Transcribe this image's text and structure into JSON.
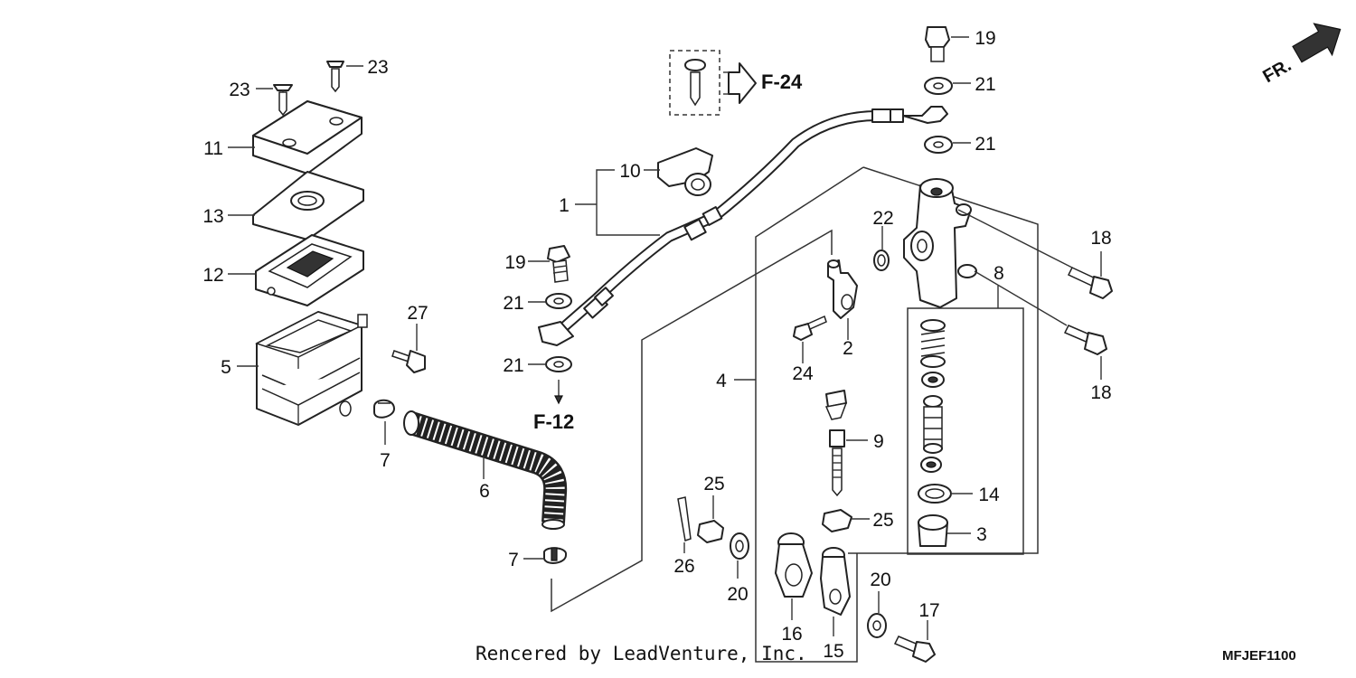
{
  "callouts": [
    {
      "id": "c1",
      "label": "1"
    },
    {
      "id": "c2",
      "label": "2"
    },
    {
      "id": "c3",
      "label": "3"
    },
    {
      "id": "c4",
      "label": "4"
    },
    {
      "id": "c5",
      "label": "5"
    },
    {
      "id": "c6",
      "label": "6"
    },
    {
      "id": "c7a",
      "label": "7"
    },
    {
      "id": "c7b",
      "label": "7"
    },
    {
      "id": "c8",
      "label": "8"
    },
    {
      "id": "c9",
      "label": "9"
    },
    {
      "id": "c10",
      "label": "10"
    },
    {
      "id": "c11",
      "label": "11"
    },
    {
      "id": "c12",
      "label": "12"
    },
    {
      "id": "c13",
      "label": "13"
    },
    {
      "id": "c14",
      "label": "14"
    },
    {
      "id": "c15",
      "label": "15"
    },
    {
      "id": "c16",
      "label": "16"
    },
    {
      "id": "c17",
      "label": "17"
    },
    {
      "id": "c18a",
      "label": "18"
    },
    {
      "id": "c18b",
      "label": "18"
    },
    {
      "id": "c19a",
      "label": "19"
    },
    {
      "id": "c19b",
      "label": "19"
    },
    {
      "id": "c20a",
      "label": "20"
    },
    {
      "id": "c20b",
      "label": "20"
    },
    {
      "id": "c21a",
      "label": "21"
    },
    {
      "id": "c21b",
      "label": "21"
    },
    {
      "id": "c21c",
      "label": "21"
    },
    {
      "id": "c21d",
      "label": "21"
    },
    {
      "id": "c22",
      "label": "22"
    },
    {
      "id": "c23a",
      "label": "23"
    },
    {
      "id": "c23b",
      "label": "23"
    },
    {
      "id": "c24",
      "label": "24"
    },
    {
      "id": "c25a",
      "label": "25"
    },
    {
      "id": "c25b",
      "label": "25"
    },
    {
      "id": "c26",
      "label": "26"
    },
    {
      "id": "c27",
      "label": "27"
    }
  ],
  "references": {
    "f24": "F-24",
    "f12": "F-12"
  },
  "direction_label": "FR.",
  "watermark": "Rencered by LeadVenture, Inc.",
  "diagram_code": "MFJEF1100"
}
